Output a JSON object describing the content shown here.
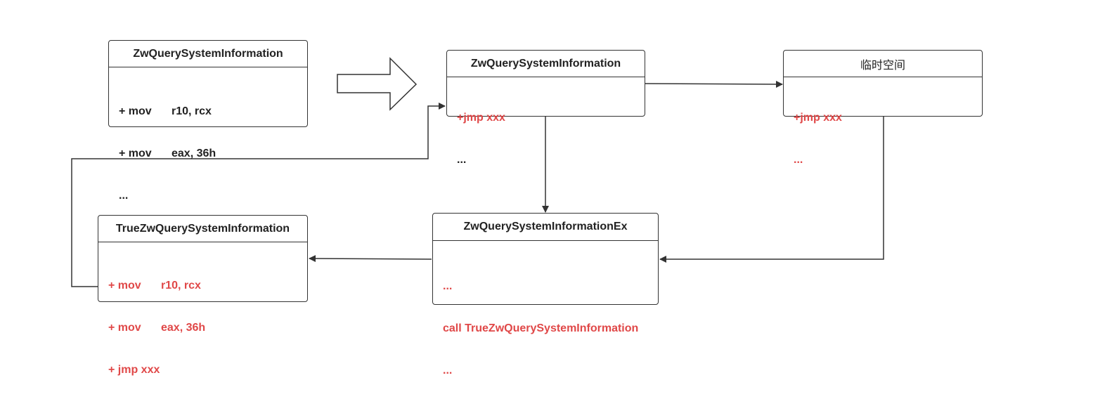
{
  "colors": {
    "stroke": "#333333",
    "highlight": "#e04848",
    "text": "#222222"
  },
  "box_original": {
    "title": "ZwQuerySystemInformation",
    "lines": [
      {
        "prefix": "+ mov",
        "operand": "r10, rcx"
      },
      {
        "prefix": "+ mov",
        "operand": "eax, 36h"
      }
    ],
    "ellipsis": "..."
  },
  "box_hooked": {
    "title": "ZwQuerySystemInformation",
    "line1": "+jmp xxx",
    "ellipsis": "..."
  },
  "box_temp": {
    "title": "临时空间",
    "line1": "+jmp xxx",
    "line2": "..."
  },
  "box_ex": {
    "title": "ZwQuerySystemInformationEx",
    "line1": "...",
    "line2": "call TrueZwQuerySystemInformation",
    "line3": "..."
  },
  "box_true": {
    "title": "TrueZwQuerySystemInformation",
    "lines": [
      {
        "prefix": "+ mov",
        "operand": "r10, rcx"
      },
      {
        "prefix": "+ mov",
        "operand": "eax, 36h"
      }
    ],
    "line3": "+ jmp xxx"
  },
  "transform_arrow_icon": "right-block-arrow"
}
